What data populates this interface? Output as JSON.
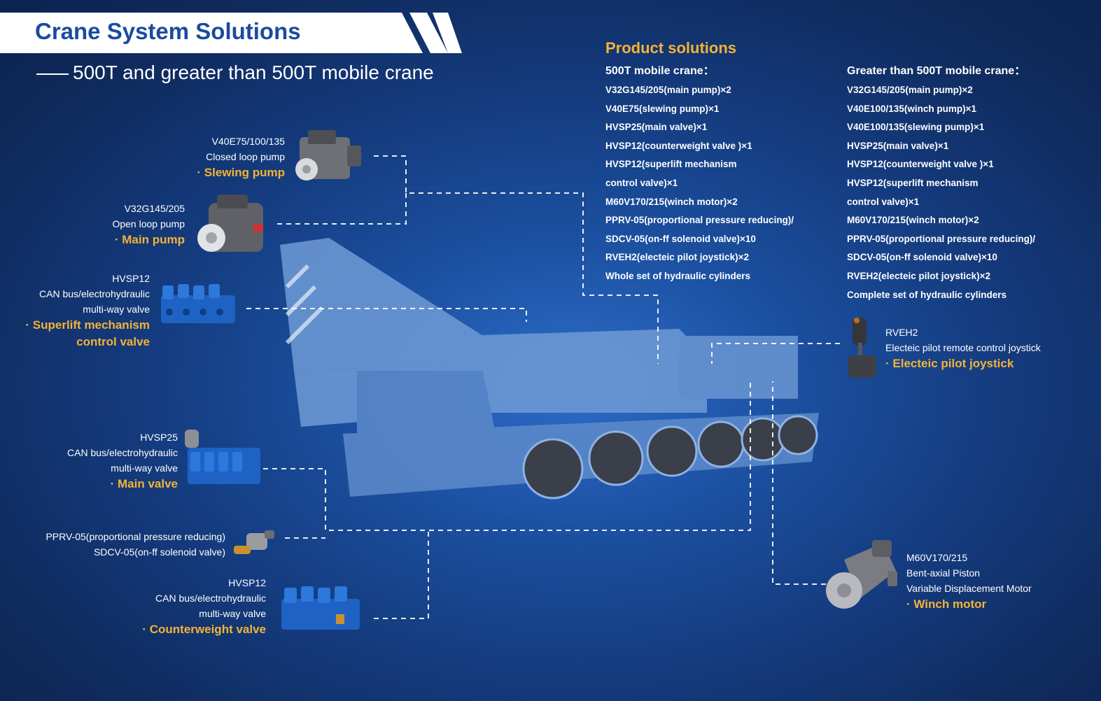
{
  "header": {
    "title": "Crane System Solutions",
    "subtitle": "500T and greater than 500T mobile crane"
  },
  "product_solutions": {
    "title": "Product solutions",
    "col_500t": {
      "heading": "500T mobile crane：",
      "items": [
        "V32G145/205(main pump)×2",
        "V40E75(slewing pump)×1",
        "HVSP25(main valve)×1",
        "HVSP12(counterweight valve )×1",
        "HVSP12(superlift mechanism",
        "control valve)×1",
        "M60V170/215(winch motor)×2",
        "PPRV-05(proportional pressure reducing)/",
        "SDCV-05(on-ff solenoid valve)×10",
        "RVEH2(electeic pilot joystick)×2",
        "Whole set of hydraulic cylinders"
      ]
    },
    "col_greater": {
      "heading": "Greater than 500T mobile crane：",
      "items": [
        "V32G145/205(main pump)×2",
        "V40E100/135(winch pump)×1",
        "V40E100/135(slewing pump)×1",
        "HVSP25(main valve)×1",
        "HVSP12(counterweight valve )×1",
        "HVSP12(superlift mechanism",
        "control valve)×1",
        "M60V170/215(winch motor)×2",
        "PPRV-05(proportional pressure reducing)/",
        "SDCV-05(on-ff solenoid valve)×10",
        "RVEH2(electeic pilot joystick)×2",
        "Complete set of hydraulic cylinders"
      ]
    }
  },
  "callouts": {
    "slewing_pump": {
      "model": "V40E75/100/135",
      "desc": "Closed loop pump",
      "name": "· Slewing pump"
    },
    "main_pump": {
      "model": "V32G145/205",
      "desc": "Open loop pump",
      "name": "· Main pump"
    },
    "superlift": {
      "model": "HVSP12",
      "desc1": "CAN bus/electrohydraulic",
      "desc2": "multi-way valve",
      "name1": "· Superlift mechanism",
      "name2": "control valve"
    },
    "main_valve": {
      "model": "HVSP25",
      "desc1": "CAN bus/electrohydraulic",
      "desc2": "multi-way valve",
      "name": "· Main valve"
    },
    "pprv": {
      "line1": "PPRV-05(proportional pressure reducing)",
      "line2": "SDCV-05(on-ff solenoid valve)"
    },
    "counterweight": {
      "model": "HVSP12",
      "desc1": "CAN bus/electrohydraulic",
      "desc2": "multi-way valve",
      "name": "· Counterweight valve"
    },
    "joystick": {
      "model": "RVEH2",
      "desc": "Electeic pilot remote control joystick",
      "name": "· Electeic pilot joystick"
    },
    "winch_motor": {
      "model": "M60V170/215",
      "desc1": "Bent-axial Piston",
      "desc2": "Variable Displacement Motor",
      "name": "· Winch motor"
    }
  },
  "colors": {
    "accent": "#f5b335",
    "title_blue": "#1a4b9e",
    "valve_blue": "#1e63c4"
  },
  "icons": {
    "pump": "hydraulic-pump-icon",
    "valve": "multi-way-valve-icon",
    "solenoid": "solenoid-valve-icon",
    "joystick": "joystick-icon",
    "motor": "piston-motor-icon",
    "crane": "mobile-crane-illustration"
  }
}
